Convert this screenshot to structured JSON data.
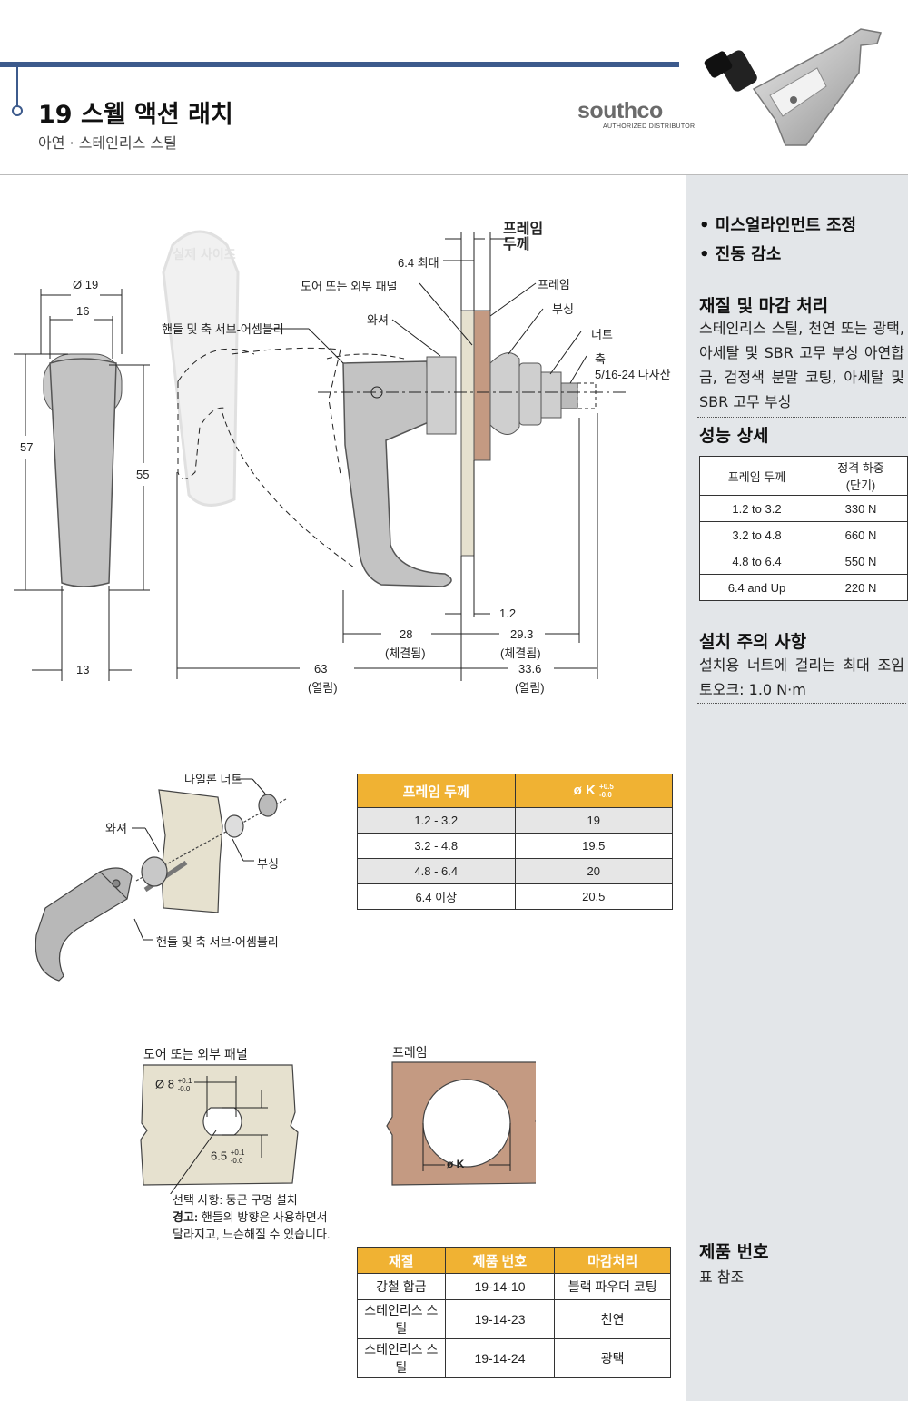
{
  "header": {
    "title": "19 스웰 액션 래치",
    "subtitle": "아연 · 스테인리스 스틸",
    "brand": "southco",
    "brand_sub": "AUTHORIZED DISTRIBUTOR"
  },
  "features": [
    "• 미스얼라인먼트 조정",
    "• 진동 감소"
  ],
  "material": {
    "heading": "재질 및 마감 처리",
    "text": "스테인리스 스틸, 천연 또는 광택, 아세탈 및 SBR 고무 부싱 아연합금, 검정색 분말 코팅, 아세탈 및 SBR 고무 부싱"
  },
  "performance": {
    "heading": "성능 상세",
    "col_frame": "프레임 두께",
    "col_load_1": "정격 하중",
    "col_load_2": "(단기)",
    "rows": [
      {
        "frame": "1.2 to 3.2",
        "load": "330 N"
      },
      {
        "frame": "3.2 to 4.8",
        "load": "660 N"
      },
      {
        "frame": "4.8 to 6.4",
        "load": "550 N"
      },
      {
        "frame": "6.4 and Up",
        "load": "220 N"
      }
    ]
  },
  "install": {
    "heading": "설치 주의 사항",
    "text": "설치용 너트에 걸리는 최대 조임 토오크: 1.0 N·m"
  },
  "part_no": {
    "heading": "제품 번호",
    "text": "표 참조"
  },
  "drawing": {
    "actual_size": "실제 사이즈",
    "frame_thickness": "프레임 두께",
    "max64": "6.4 최대",
    "door_panel": "도어 또는 외부 패널",
    "frame": "프레임",
    "handle_sub": "핸들 및 축 서브-어셈블리",
    "washer": "와셔",
    "bushing": "부싱",
    "nut": "너트",
    "shaft": "축",
    "thread": "5/16-24 나사산",
    "d19": "Ø 19",
    "d16": "16",
    "h57": "57",
    "h55": "55",
    "w13": "13",
    "d12": "1.2",
    "d28": "28",
    "closed": "(체결됨)",
    "d293": "29.3",
    "d63": "63",
    "open": "(열림)",
    "d336": "33.6",
    "nylon_nut": "나일론 너트"
  },
  "k_table": {
    "col1": "프레임 두께",
    "col2": "ø K",
    "tol_plus": "+0.5",
    "tol_minus": "-0.0",
    "rows": [
      {
        "frame": "1.2 - 3.2",
        "k": "19"
      },
      {
        "frame": "3.2 - 4.8",
        "k": "19.5"
      },
      {
        "frame": "4.8 - 6.4",
        "k": "20"
      },
      {
        "frame": "6.4 이상",
        "k": "20.5"
      }
    ]
  },
  "cutout": {
    "door_label": "도어 또는 외부 패널",
    "frame_label": "프레임",
    "d8": "Ø 8",
    "d8_tol_plus": "+0.1",
    "d8_tol_minus": "-0.0",
    "d65": "6.5",
    "d65_tol_plus": "+0.1",
    "d65_tol_minus": "-0.0",
    "k": "ø K",
    "note1": "선택 사항: 둥근 구멍 설치",
    "note2_bold": "경고:",
    "note2": " 핸들의 방향은 사용하면서",
    "note3": "달라지고, 느슨해질 수 있습니다."
  },
  "product_table": {
    "col1": "재질",
    "col2": "제품 번호",
    "col3": "마감처리",
    "rows": [
      {
        "material": "강철 합금",
        "part": "19-14-10",
        "finish": "블랙 파우더 코팅"
      },
      {
        "material": "스테인리스 스틸",
        "part": "19-14-23",
        "finish": "천연"
      },
      {
        "material": "스테인리스 스틸",
        "part": "19-14-24",
        "finish": "광택"
      }
    ]
  },
  "colors": {
    "accent_blue": "#3c5a8c",
    "table_header": "#f0b233",
    "panel_bg": "#e3e6e9",
    "frame_brown": "#c49a82",
    "panel_beige": "#e6e1cf"
  }
}
